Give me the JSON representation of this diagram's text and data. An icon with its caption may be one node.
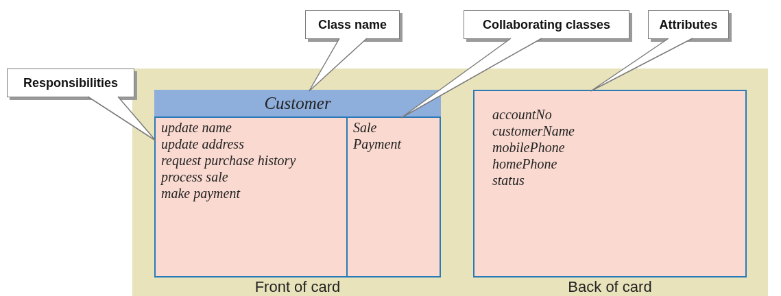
{
  "diagram": {
    "nodes": [
      {
        "text": [
          "Class name"
        ]
      },
      {
        "text": [
          "Collaborating classes"
        ]
      },
      {
        "text": [
          "Attributes"
        ]
      },
      {
        "text": [
          "Responsibilities"
        ]
      },
      {
        "text": [],
        "shape": "box",
        "beside": [
          "Front of card"
        ]
      },
      {
        "text": [
          "Customer"
        ],
        "in": 4
      },
      {
        "text": [
          "update name",
          "update address",
          "request purchase history",
          "process sale",
          "make payment"
        ],
        "in": 4
      },
      {
        "text": [
          "Sale",
          "Payment"
        ],
        "in": 4
      },
      {
        "text": [
          "accountNo",
          "customerName",
          "mobilePhone",
          "homePhone",
          "status"
        ],
        "beside": [
          "Back of card"
        ]
      }
    ],
    "edges": [
      {
        "from": 0,
        "to": 5,
        "arrow": "none"
      },
      {
        "from": 1,
        "to": 7,
        "arrow": "none"
      },
      {
        "from": 2,
        "to": 8,
        "arrow": "none"
      },
      {
        "from": 3,
        "to": 6,
        "arrow": "none"
      }
    ]
  }
}
